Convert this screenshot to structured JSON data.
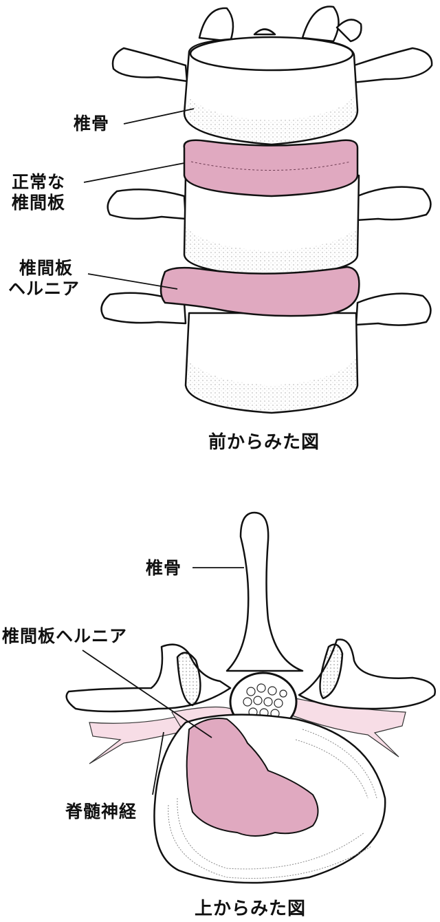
{
  "colors": {
    "disc_pink": "#e0a9c0",
    "nerve_pink": "#f7dde6",
    "outline": "#111111",
    "background": "#ffffff"
  },
  "front_view": {
    "caption": "前からみた図",
    "labels": {
      "vertebra": "椎骨",
      "normal_disc_line1": "正常な",
      "normal_disc_line2": "椎間板",
      "herniation_line1": "椎間板",
      "herniation_line2": "ヘルニア"
    }
  },
  "top_view": {
    "caption": "上からみた図",
    "labels": {
      "vertebra": "椎骨",
      "herniation": "椎間板ヘルニア",
      "spinal_nerve": "脊髄神経"
    }
  }
}
